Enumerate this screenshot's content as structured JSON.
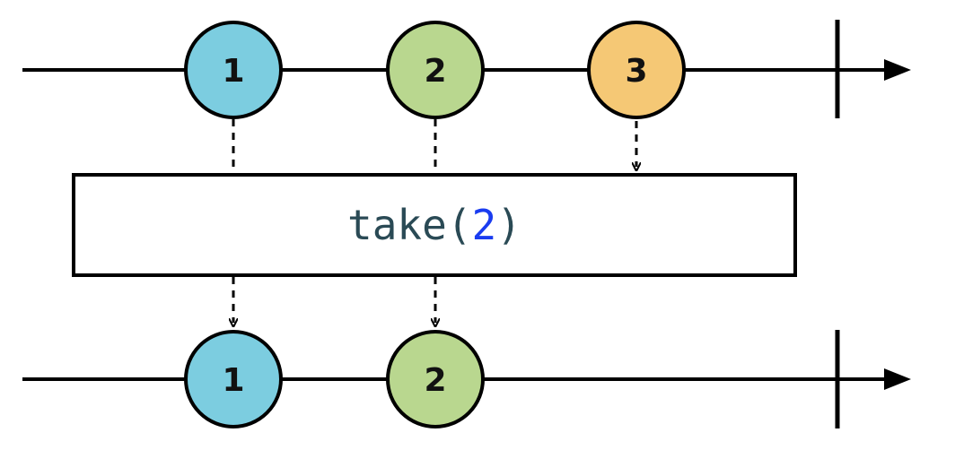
{
  "colors": {
    "line": "#000000",
    "marble_1": "#7ccde0",
    "marble_2": "#b9d78f",
    "marble_3": "#f5c875",
    "operator_text": "#2a4a55",
    "operator_arg": "#1a3cf0"
  },
  "input_stream": {
    "marbles": [
      {
        "label": "1",
        "color": "#7ccde0"
      },
      {
        "label": "2",
        "color": "#b9d78f"
      },
      {
        "label": "3",
        "color": "#f5c875"
      }
    ]
  },
  "operator": {
    "name": "take",
    "open_paren": "(",
    "argument": "2",
    "close_paren": ")"
  },
  "output_stream": {
    "marbles": [
      {
        "label": "1",
        "color": "#7ccde0"
      },
      {
        "label": "2",
        "color": "#b9d78f"
      }
    ]
  }
}
